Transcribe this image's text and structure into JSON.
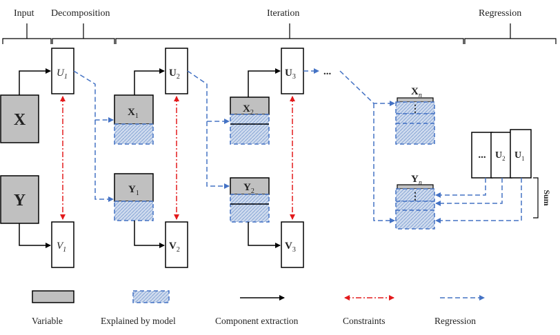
{
  "phases": {
    "input": "Input",
    "decomposition": "Decomposition",
    "iteration": "Iteration",
    "regression": "Regression"
  },
  "matrices": {
    "x": "X",
    "y": "Y",
    "x1": "X",
    "x1_sub": "1",
    "y1": "Y",
    "y1_sub": "1",
    "x2": "X",
    "x2_sub": "2",
    "y2": "Y",
    "y2_sub": "2",
    "xn": "X",
    "xn_sub": "n",
    "yn": "Y",
    "yn_sub": "n"
  },
  "components": {
    "u1": "U",
    "u1_sub": "1",
    "v1": "V",
    "v1_sub": "1",
    "u2": "U",
    "u2_sub": "2",
    "v2": "V",
    "v2_sub": "2",
    "u3": "U",
    "u3_sub": "3",
    "v3": "V",
    "v3_sub": "3"
  },
  "regression_stack": {
    "ellipsis": "...",
    "u2": "U",
    "u2_sub": "2",
    "u1": "U",
    "u1_sub": "1",
    "sum": "Sum"
  },
  "continuation": "...",
  "vertical_dots": "⋮",
  "legend": {
    "variable": "Variable",
    "explained": "Explained by model",
    "component": "Component extraction",
    "constraints": "Constraints",
    "regression": "Regression"
  },
  "colors": {
    "variable_fill": "#c0c0c0",
    "explained_fill": "#c9d6ea",
    "regression_line": "#4472c4",
    "constraint_line": "#e31a1c",
    "component_line": "#000000"
  }
}
